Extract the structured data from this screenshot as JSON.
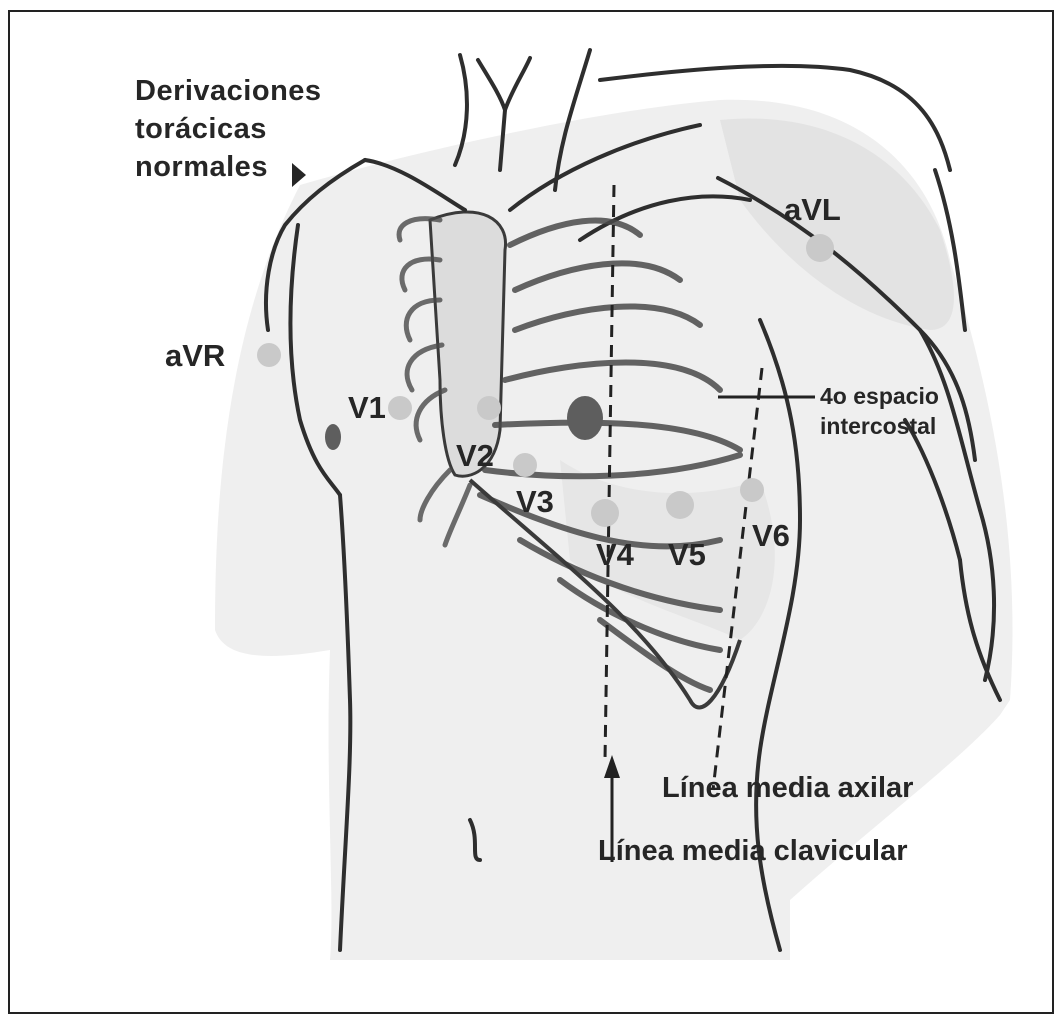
{
  "title_lines": [
    "Derivaciones",
    "torácicas",
    "normales"
  ],
  "leads": {
    "avr": "aVR",
    "avl": "aVL",
    "v1": "V1",
    "v2": "V2",
    "v3": "V3",
    "v4": "V4",
    "v5": "V5",
    "v6": "V6"
  },
  "annotations": {
    "intercostal_line1": "4o espacio",
    "intercostal_line2": "intercostal",
    "axillary_line": "Línea media axilar",
    "clavicular_line": "Línea media clavicular"
  },
  "colors": {
    "electrode": "#c9c9c9",
    "nipple": "#5e5e5e",
    "outline": "#2e2e2e",
    "skin_shade": "#ececec"
  }
}
